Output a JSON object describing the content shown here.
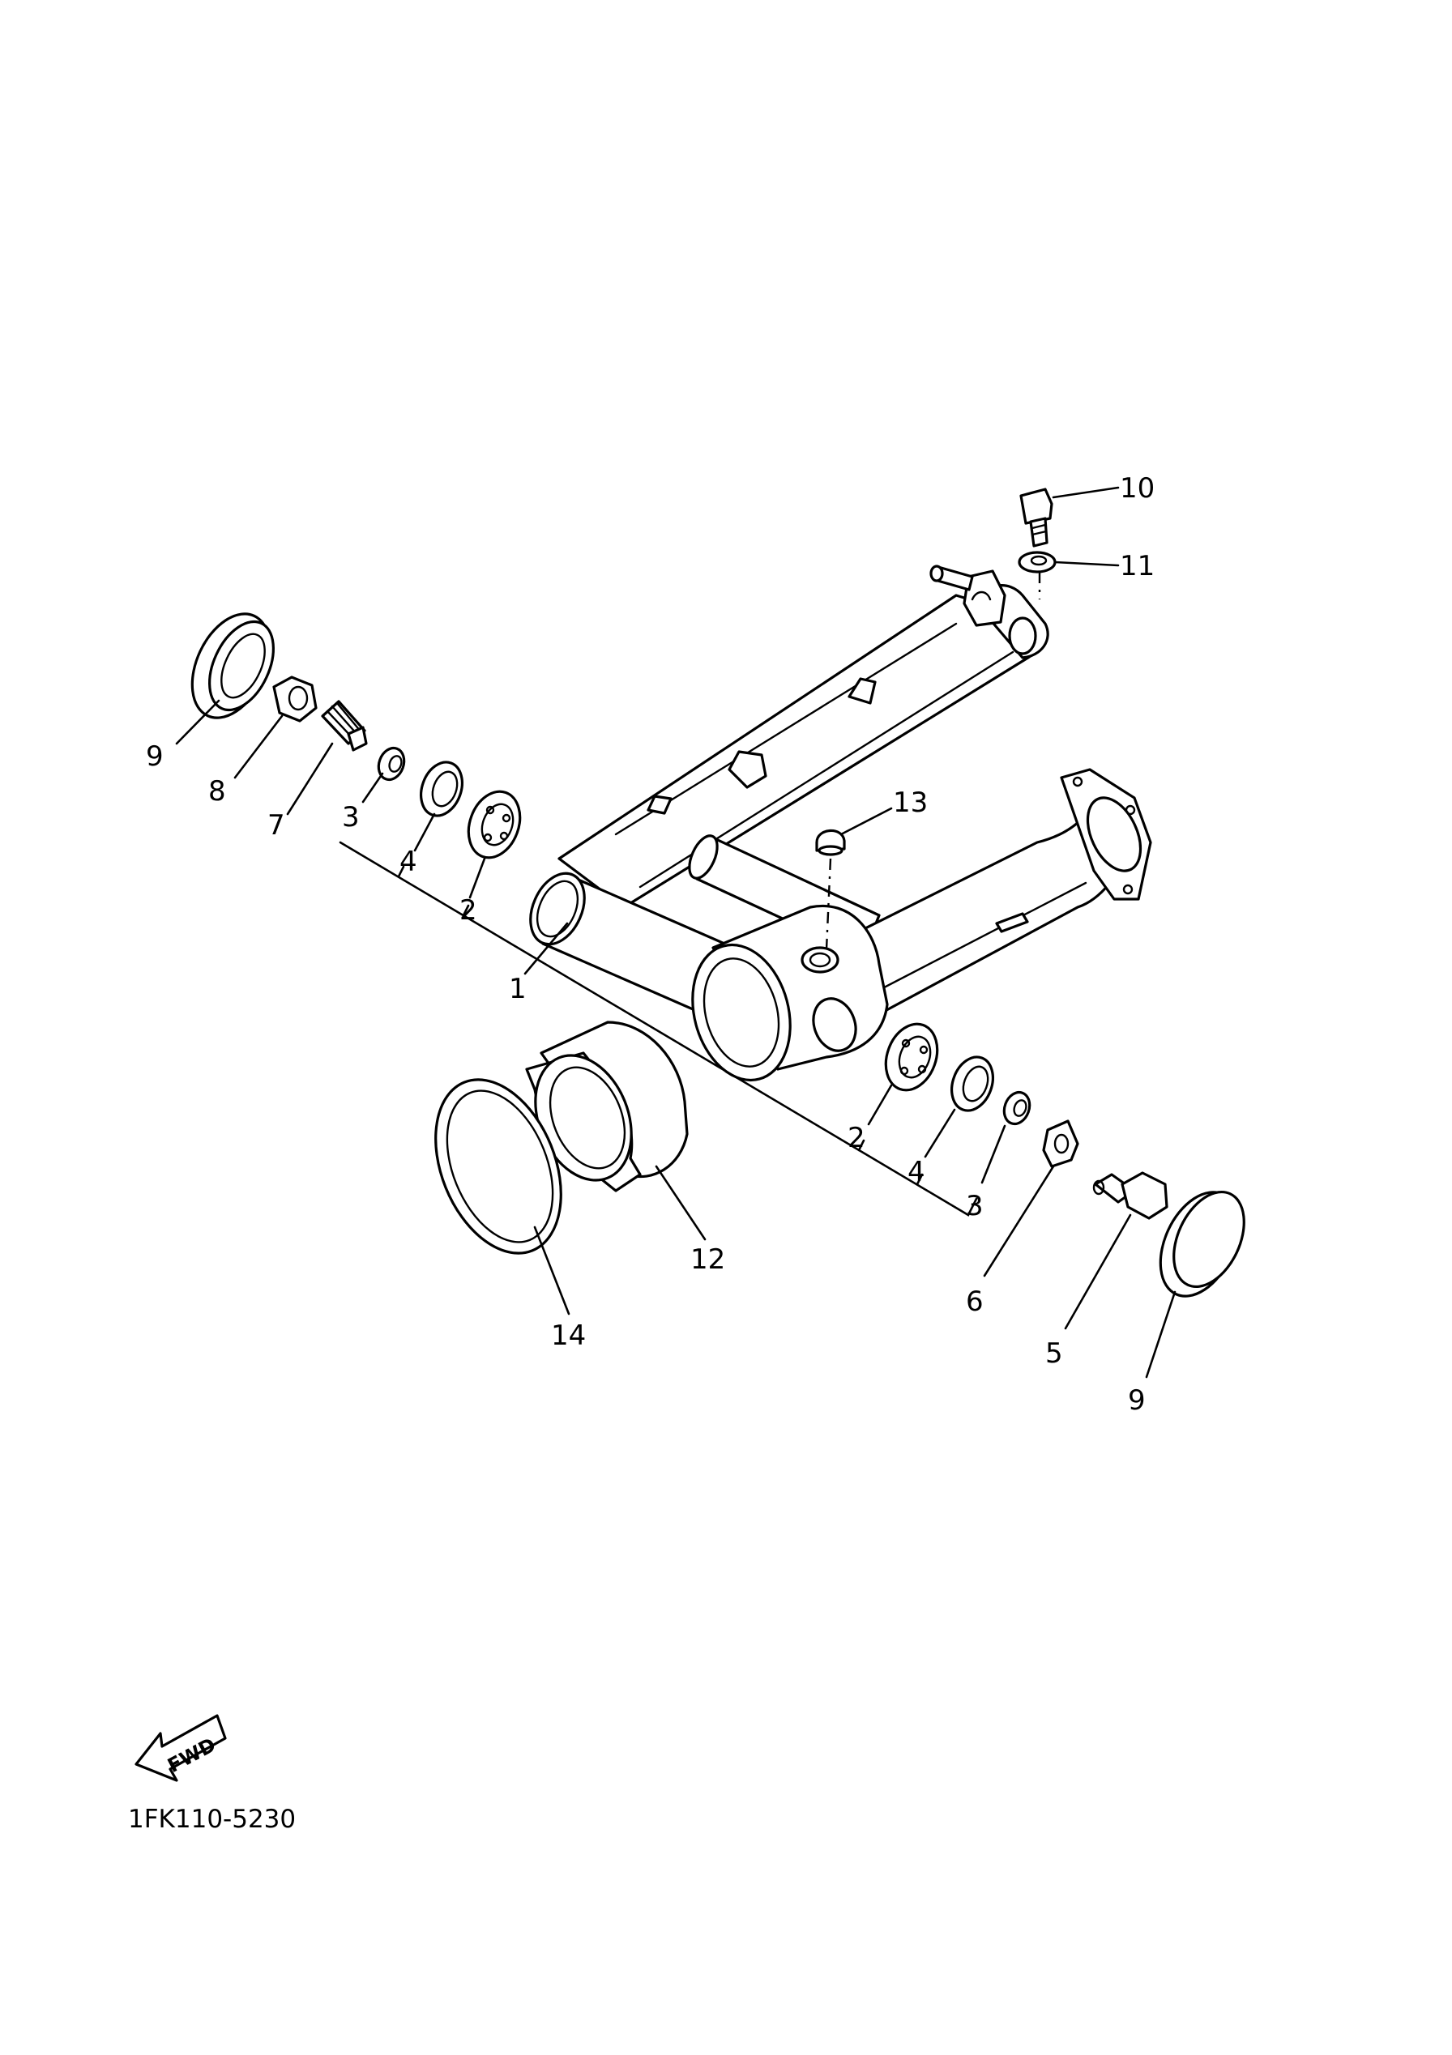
{
  "callouts": {
    "c1": "1",
    "c2a": "2",
    "c2b": "2",
    "c3a": "3",
    "c3b": "3",
    "c4a": "4",
    "c4b": "4",
    "c5": "5",
    "c6": "6",
    "c7": "7",
    "c8": "8",
    "c9a": "9",
    "c9b": "9",
    "c10": "10",
    "c11": "11",
    "c12": "12",
    "c13": "13",
    "c14": "14"
  },
  "fwd_label": "FWD",
  "drawing_code": "1FK110-5230"
}
